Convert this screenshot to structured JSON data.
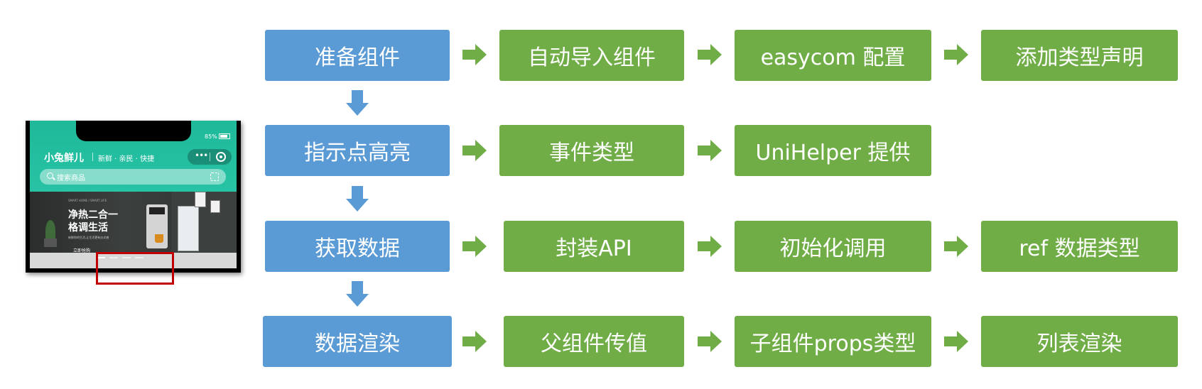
{
  "phone": {
    "battery": "85%",
    "brand": "小兔鲜儿",
    "slogan": "新鲜 · 亲民 · 快捷",
    "capsule_dots": "•••",
    "search_placeholder": "搜索商品",
    "banner_en": "SMART HOME / SMART LIFE",
    "banner_headline_1": "净热二合一",
    "banner_headline_2": "格调生活",
    "banner_desc": "新鲜你的生活,让生活更有仪式感",
    "banner_buy": "立即抢购"
  },
  "rows": [
    {
      "start": "准备组件",
      "steps": [
        "自动导入组件",
        "easycom 配置",
        "添加类型声明"
      ]
    },
    {
      "start": "指示点高亮",
      "steps": [
        "事件类型",
        "UniHelper 提供"
      ]
    },
    {
      "start": "获取数据",
      "steps": [
        "封装API",
        "初始化调用",
        "ref 数据类型"
      ]
    },
    {
      "start": "数据渲染",
      "steps": [
        "父组件传值",
        "子组件props类型",
        "列表渲染"
      ]
    }
  ],
  "colors": {
    "start_box": "#5b9bd5",
    "step_box": "#70ad47",
    "highlight": "#c00000",
    "theme_green": "#27c3a4"
  }
}
